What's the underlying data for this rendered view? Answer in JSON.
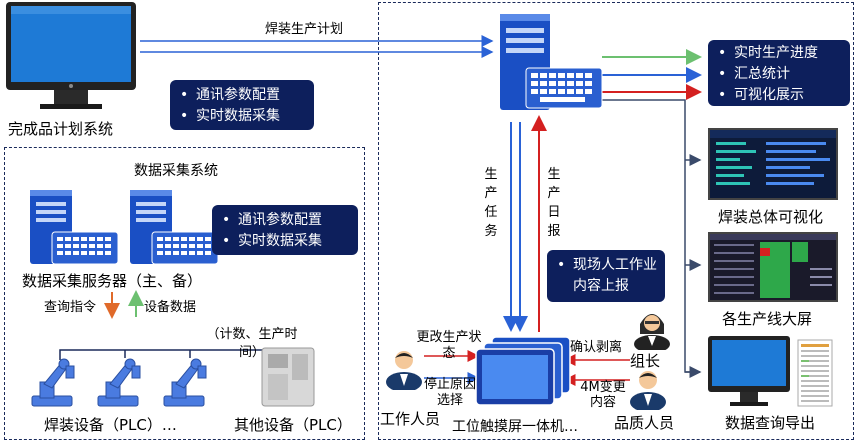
{
  "planning_system": {
    "label": "完成品计划系统"
  },
  "plan_arrow_label": "焊装生产计划",
  "comm_box_top": {
    "items": [
      "通讯参数配置",
      "实时数据采集"
    ]
  },
  "daq_system": {
    "title": "数据采集系统",
    "server_label": "数据采集服务器（主、备）",
    "comm_box": {
      "items": [
        "通讯参数配置",
        "实时数据采集"
      ]
    },
    "query_cmd": "查询指令",
    "device_data": "设备数据",
    "note": "（计数、生产时间）",
    "welding_equipment": "焊装设备（PLC）…",
    "other_equipment": "其他设备（PLC）"
  },
  "right_features": {
    "items": [
      "实时生产进度",
      "汇总统计",
      "可视化展示"
    ]
  },
  "production_task": "生产任务",
  "production_daily": "生产日报",
  "onsite_report": {
    "items": [
      "现场人工作业内容上报"
    ]
  },
  "outputs": {
    "welding_visual": "焊装总体可视化",
    "line_screen": "各生产线大屏",
    "data_query": "数据查询导出"
  },
  "terminal": {
    "label": "工位触摸屏一体机…",
    "change_status": "更改生产状态",
    "stop_reason": "停止原因选择",
    "confirm_strip": "确认剥离",
    "change_4m": "4M变更内容"
  },
  "people": {
    "worker": "工作人员",
    "team_leader": "组长",
    "quality": "品质人员"
  }
}
